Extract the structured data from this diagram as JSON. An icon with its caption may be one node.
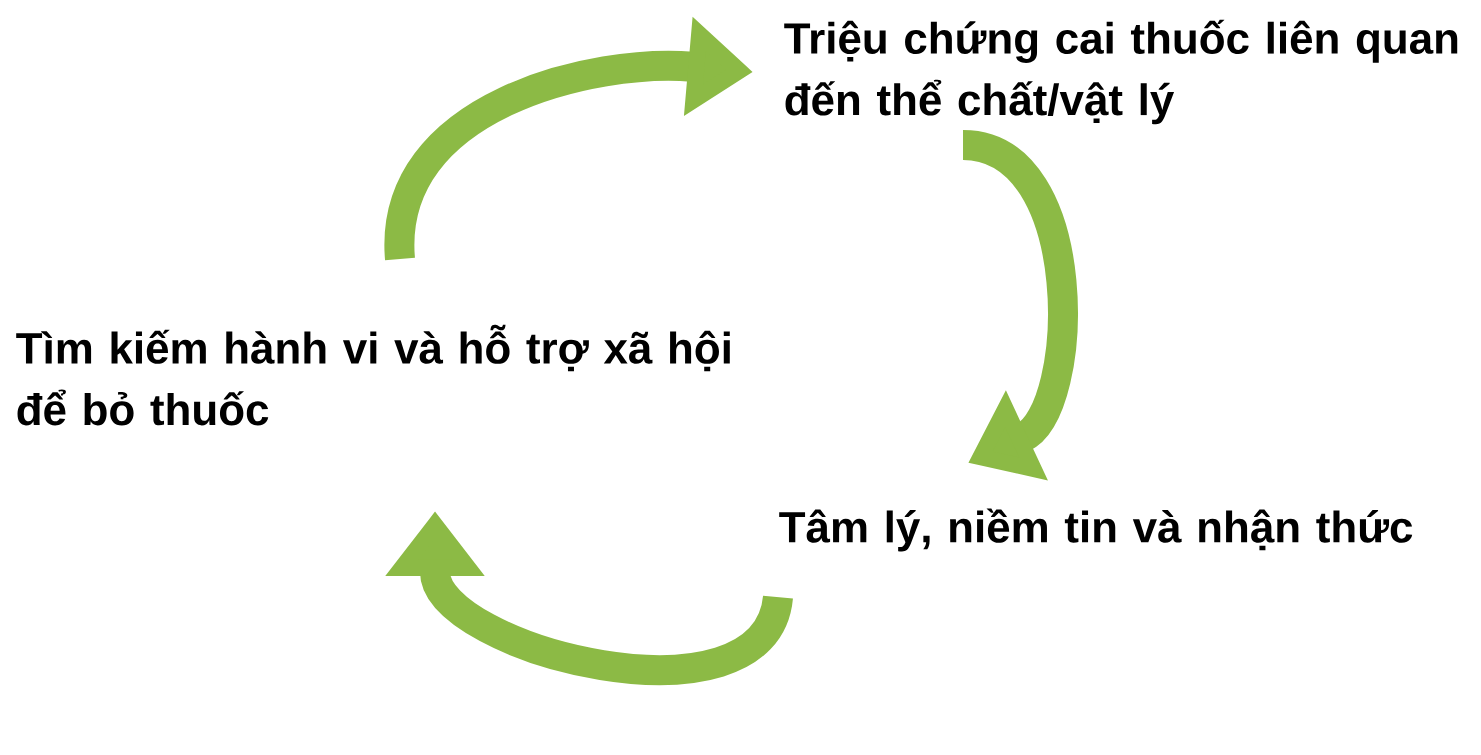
{
  "diagram": {
    "nodes": [
      {
        "text": [
          "Tìm kiếm hành vi và hỗ trợ xã hội để bỏ thuốc"
        ]
      },
      {
        "text": [
          "Triệu chứng cai thuốc liên quan đến thể chất/vật lý"
        ]
      },
      {
        "text": [
          "Tâm lý, niềm tin và nhận thức"
        ]
      }
    ],
    "edges": [
      {
        "from": 0,
        "to": 1,
        "arrow": "to"
      },
      {
        "from": 1,
        "to": 2,
        "arrow": "to"
      },
      {
        "from": 2,
        "to": 0,
        "arrow": "to"
      }
    ]
  }
}
